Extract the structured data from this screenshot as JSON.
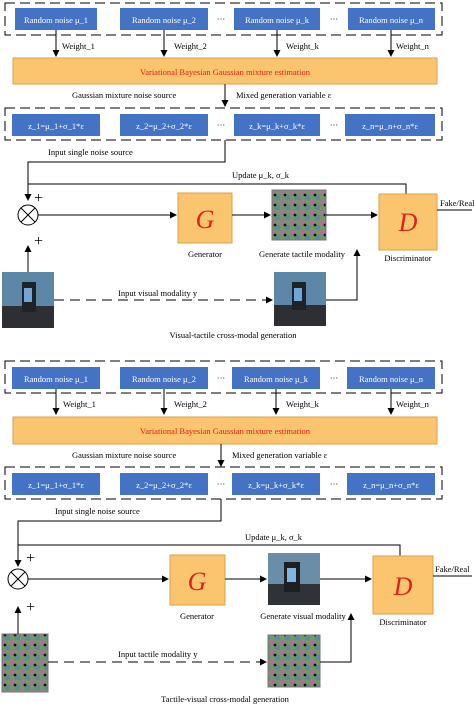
{
  "common": {
    "ellipsis": "···",
    "plus": "+"
  },
  "panels": [
    {
      "noise": [
        "Random noise μ_1",
        "Random noise μ_2",
        "Random noise μ_k",
        "Random noise μ_n"
      ],
      "weights": [
        "Weight_1",
        "Weight_2",
        "Weight_k",
        "Weight_n"
      ],
      "estimation": "Variational Bayesian Gaussian mixture estimation",
      "mixture_source": "Gaussian mixture noise source",
      "mixed_variable": "Mixed generation variable ε",
      "z": [
        "z_1=μ_1+σ_1*ε",
        "z_2=μ_2+σ_2*ε",
        "z_k=μ_k+σ_k*ε",
        "z_n=μ_n+σ_n*ε"
      ],
      "single_source": "Input single noise source",
      "update": "Update μ_k, σ_k",
      "generator_symbol": "G",
      "generator": "Generator",
      "generated": "Generate tactile modality",
      "discriminator_symbol": "D",
      "discriminator": "Discriminator",
      "output": "Fake/Real",
      "input_modality": "Input visual modality y",
      "caption": "Visual-tactile cross-modal generation"
    },
    {
      "noise": [
        "Random noise μ_1",
        "Random noise μ_2",
        "Random noise μ_k",
        "Random noise μ_n"
      ],
      "weights": [
        "Weight_1",
        "Weight_2",
        "Weight_k",
        "Weight_n"
      ],
      "estimation": "Variational Bayesian Gaussian mixture estimation",
      "mixture_source": "Gaussian mixture noise source",
      "mixed_variable": "Mixed generation variable ε",
      "z": [
        "z_1=μ_1+σ_1*ε",
        "z_2=μ_2+σ_2*ε",
        "z_k=μ_k+σ_k*ε",
        "z_n=μ_n+σ_n*ε"
      ],
      "single_source": "Input single noise source",
      "update": "Update μ_k, σ_k",
      "generator_symbol": "G",
      "generator": "Generator",
      "generated": "Generate visual modality",
      "discriminator_symbol": "D",
      "discriminator": "Discriminator",
      "output": "Fake/Real",
      "input_modality": "Input tactile modality y",
      "caption": "Tactile-visual cross-modal generation"
    }
  ]
}
